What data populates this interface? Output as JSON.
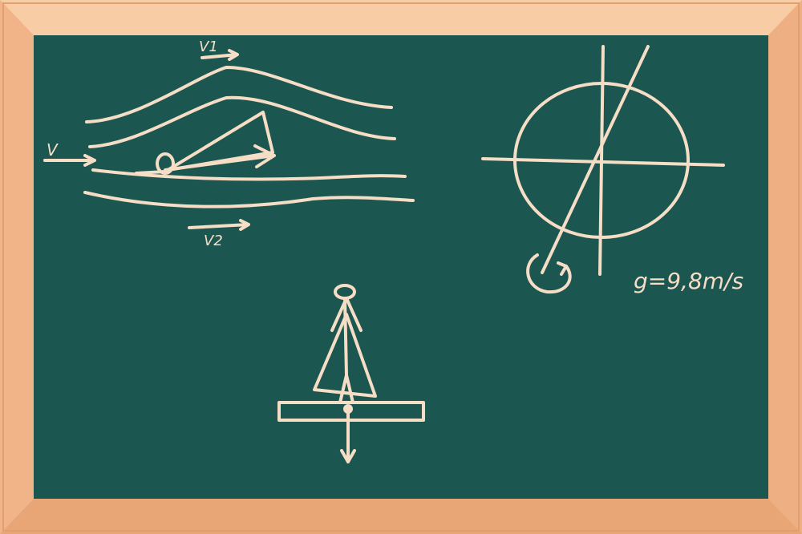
{
  "colors": {
    "frame_outer": "#f3b98c",
    "frame_highlight": "#f8cda5",
    "frame_shadow": "#e39e70",
    "board_green": "#1b5650",
    "chalk": "#f6ddc6"
  },
  "airflow_diagram": {
    "velocity_in_label": "V",
    "velocity_top_label": "V1",
    "velocity_bottom_label": "V2"
  },
  "globe_diagram": {
    "gravity_label": "g=9,8m/s"
  },
  "icons": [
    "rotation-arrow-icon",
    "downward-force-arrow-icon",
    "stick-figure-icon"
  ]
}
